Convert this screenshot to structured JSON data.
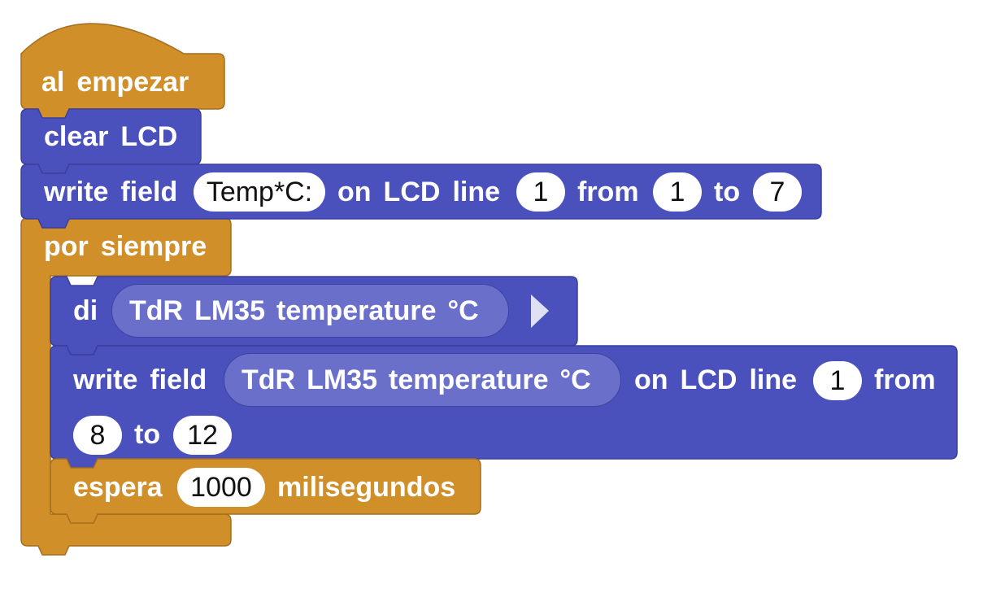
{
  "colors": {
    "event_block": "#d18f2a",
    "lcd_block": "#4a51bd",
    "reporter": "#6a6fc9"
  },
  "on_start": {
    "words": [
      "al",
      "empezar"
    ]
  },
  "clear_lcd": {
    "words": [
      "clear",
      "LCD"
    ]
  },
  "write_field_1": {
    "w1": "write",
    "w2": "field",
    "text": "Temp*C:",
    "w3": "on",
    "w4": "LCD",
    "w5": "line",
    "line": "1",
    "from_label": "from",
    "from": "1",
    "to_label": "to",
    "to": "7"
  },
  "forever": {
    "words": [
      "por",
      "siempre"
    ]
  },
  "say": {
    "label": "di",
    "reporter": [
      "TdR",
      "LM35",
      "temperature",
      "°C"
    ],
    "expand_icon": "triangle-right-icon"
  },
  "write_field_2": {
    "w1": "write",
    "w2": "field",
    "reporter": [
      "TdR",
      "LM35",
      "temperature",
      "°C"
    ],
    "w3": "on",
    "w4": "LCD",
    "w5": "line",
    "line": "1",
    "from_label": "from",
    "from": "8",
    "to_label": "to",
    "to": "12"
  },
  "wait": {
    "label": "espera",
    "value": "1000",
    "unit": "milisegundos"
  }
}
